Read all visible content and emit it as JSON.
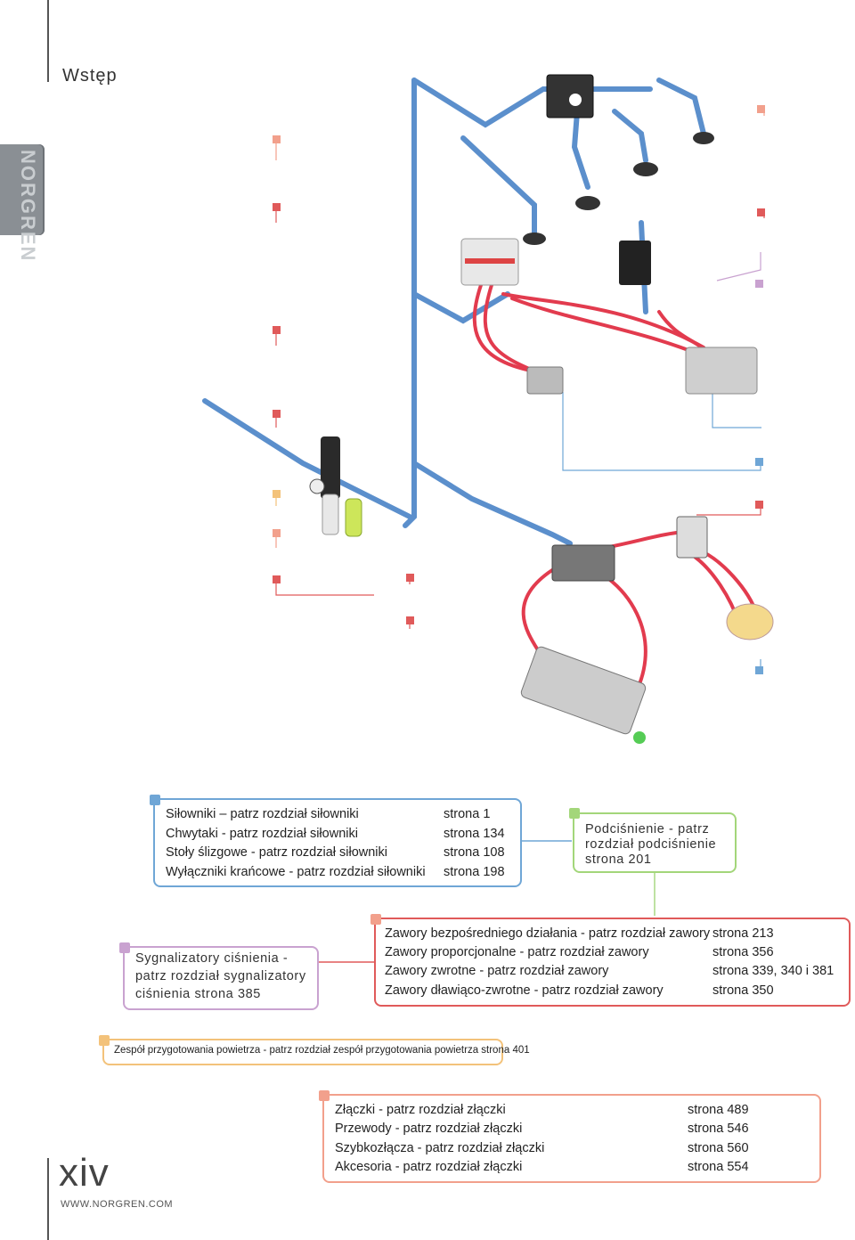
{
  "header": {
    "title": "Wstęp"
  },
  "logo": {
    "text": "NORGREN"
  },
  "colors": {
    "blue": "#6fa6d6",
    "green": "#a3d67a",
    "purple": "#c9a2d0",
    "red": "#e05a5a",
    "orange": "#f3c27a",
    "salmon": "#f2a08c",
    "pipe": "#5b8fcc",
    "tube": "#e23b4e"
  },
  "boxes": {
    "actuators": {
      "rows": [
        {
          "label": "Siłowniki – patrz rozdział siłowniki",
          "page": "strona 1"
        },
        {
          "label": "Chwytaki - patrz rozdział siłowniki",
          "page": "strona 134"
        },
        {
          "label": "Stoły ślizgowe - patrz rozdział siłowniki",
          "page": "strona 108"
        },
        {
          "label": "Wyłączniki krańcowe - patrz rozdział siłowniki",
          "page": "strona 198"
        }
      ]
    },
    "vacuum": {
      "lines": [
        "Podciśnienie - patrz",
        "rozdział podciśnienie",
        "strona 201"
      ]
    },
    "pressure": {
      "lines": [
        "Sygnalizatory ciśnienia -",
        "patrz rozdział sygnalizatory",
        "ciśnienia strona 385"
      ]
    },
    "valves": {
      "rows": [
        {
          "label": "Zawory bezpośredniego działania - patrz rozdział zawory",
          "page": "strona 213"
        },
        {
          "label": "Zawory proporcjonalne - patrz rozdział zawory",
          "page": "strona 356"
        },
        {
          "label": "Zawory zwrotne - patrz rozdział zawory",
          "page": "strona 339, 340 i 381"
        },
        {
          "label": "Zawory dławiąco-zwrotne - patrz rozdział zawory",
          "page": "strona 350"
        }
      ]
    },
    "air_prep": {
      "text": "Zespół przygotowania powietrza - patrz rozdział zespół przygotowania powietrza strona 401"
    },
    "fittings": {
      "rows": [
        {
          "label": "Złączki - patrz rozdział złączki",
          "page": "strona 489"
        },
        {
          "label": "Przewody - patrz rozdział złączki",
          "page": "strona 546"
        },
        {
          "label": "Szybkozłącza - patrz rozdział złączki",
          "page": "strona 560"
        },
        {
          "label": "Akcesoria - patrz rozdział złączki",
          "page": "strona 554"
        }
      ]
    }
  },
  "footer": {
    "page_number": "xiv",
    "website": "WWW.NORGREN.COM"
  }
}
